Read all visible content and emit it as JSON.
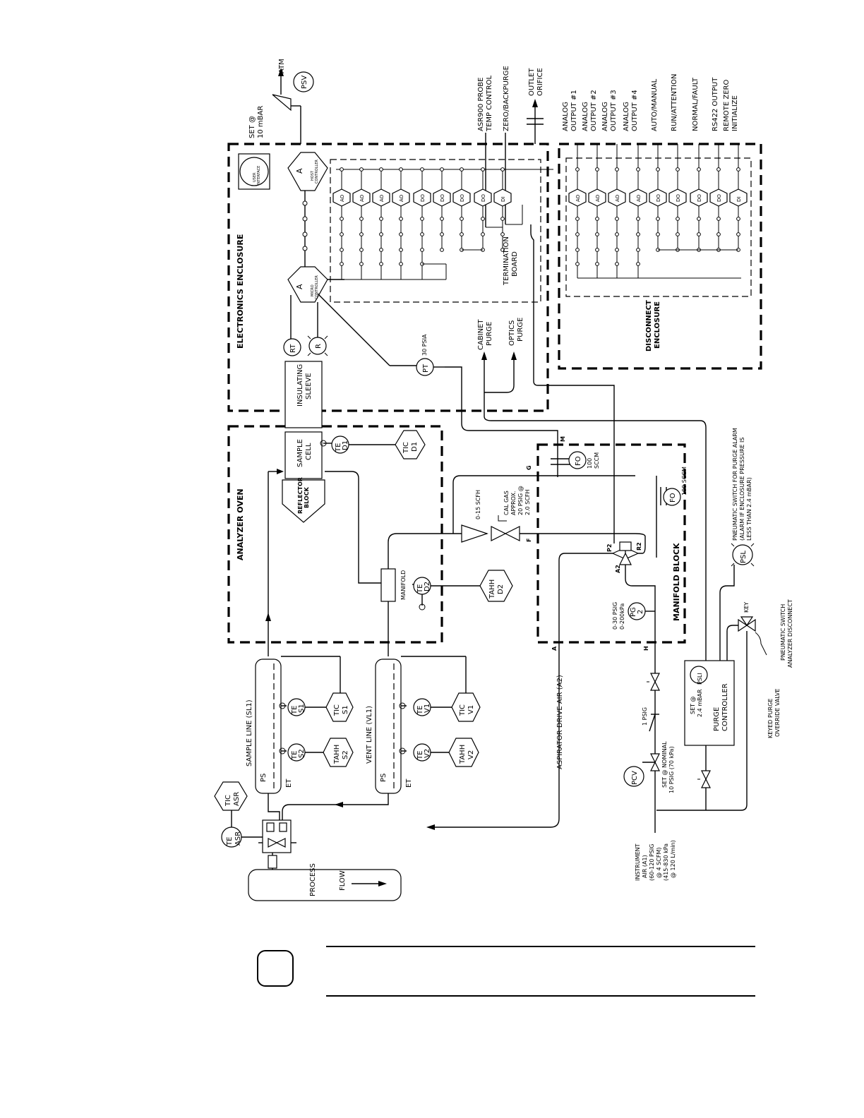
{
  "enclosures": {
    "electronics": "ELECTRONICS ENCLOSURE",
    "disconnect": [
      "DISCONNECT",
      "ENCLOSURE"
    ],
    "analyzer_oven": "ANALYZER OVEN",
    "manifold_block": "MANIFOLD BLOCK"
  },
  "top_outputs": {
    "atm": "ATM",
    "psv": "PSV",
    "set_10": [
      "SET @",
      "10 mBAR"
    ],
    "probe_temp": [
      "ASR900 PROBE",
      "TEMP CONTROL"
    ],
    "zero_backpurge": "ZERO/BACKPURGE",
    "outlet_orifice": [
      "OUTLET",
      "ORIFICE"
    ]
  },
  "disconnect_outputs": [
    [
      "ANALOG",
      "OUTPUT #1"
    ],
    [
      "ANALOG",
      "OUTPUT #2"
    ],
    [
      "ANALOG",
      "OUTPUT #3"
    ],
    [
      "ANALOG",
      "OUTPUT #4"
    ],
    [
      "AUTO/MANUAL"
    ],
    [
      "RUN/ATTENTION"
    ],
    [
      "NORMAL/FAULT"
    ],
    [
      "RS422 OUTPUT"
    ],
    [
      "REMOTE ZERO",
      "INITIALIZE"
    ]
  ],
  "io_terminals_left": [
    "AO",
    "AO",
    "AO",
    "AO",
    "DO",
    "DO",
    "DO",
    "DO",
    "DI"
  ],
  "io_terminals_right": [
    "AO",
    "AO",
    "AO",
    "AO",
    "DO",
    "DO",
    "DO",
    "DO",
    "DI"
  ],
  "electronics": {
    "user_interface": [
      "USER",
      "INTERFACE"
    ],
    "host_a": "A",
    "host_label": [
      "HOST",
      "CONTROLLER"
    ],
    "micro_a": "A",
    "micro_label": [
      "MICRO",
      "CONTROLLER"
    ],
    "termination_board": [
      "TERMINATION",
      "BOARD"
    ],
    "rt": "RT",
    "r": "R",
    "pt": "PT",
    "psia": "30 PSIA",
    "cabinet_purge": [
      "CABINET",
      "PURGE"
    ],
    "optics_purge": [
      "OPTICS",
      "PURGE"
    ],
    "insulating_sleeve": [
      "INSULATING",
      "SLEEVE"
    ]
  },
  "oven": {
    "sample_cell": [
      "SAMPLE",
      "CELL"
    ],
    "reflector_block": [
      "REFLECTOR",
      "BLOCK"
    ],
    "te_d1": [
      "TE",
      "D1"
    ],
    "tic_d1": [
      "TIC",
      "D1"
    ],
    "manifold": "MANIFOLD",
    "te_d2": [
      "TE",
      "D2"
    ],
    "tahh_d2": [
      "TAHH",
      "D2"
    ]
  },
  "manifold": {
    "m": "M",
    "g": "G",
    "f": "F",
    "a": "A",
    "h": "H",
    "fo1": "FO",
    "fo1_rate": [
      "100",
      "SCCM"
    ],
    "fo2": "FO",
    "fo2_rate": "100 SCCM",
    "rotameter": "0-15 SCFH",
    "cal_gas": [
      "CAL GAS",
      "APPROX.",
      "20 PSIG @",
      "2.0 SCFH"
    ],
    "p2": "P2",
    "r2": "R2",
    "a2": "A2",
    "pg": "PG",
    "pg_num": "2",
    "pg_range": [
      "0-30 PSIG",
      "0-200kPa"
    ]
  },
  "lines": {
    "sample_line": "SAMPLE LINE (SL1)",
    "vent_line": "VENT LINE (VL1)",
    "ps": "PS",
    "et": "ET",
    "te_s1": [
      "TE",
      "S1"
    ],
    "tic_s1": [
      "TIC",
      "S1"
    ],
    "te_s2": [
      "TE",
      "S2"
    ],
    "tahh_s2": [
      "TAHH",
      "S2"
    ],
    "te_v1": [
      "TE",
      "V1"
    ],
    "tic_v1": [
      "TIC",
      "V1"
    ],
    "te_v2": [
      "TE",
      "V2"
    ],
    "tahh_v2": [
      "TAHH",
      "V2"
    ],
    "aspirator": "ASPIRATOR DRIVE AIR (A2)",
    "tic_asr": [
      "TIC",
      "ASR"
    ],
    "te_asr": [
      "TE",
      "ASR"
    ],
    "process": "PROCESS",
    "flow": "FLOW"
  },
  "purge": {
    "psl": "PSL",
    "psl_note": [
      "PNEUMATIC SWITCH FOR PURGE ALARM",
      "(ALARM IF ENCLOSURE PRESSURE IS",
      "LESS THAN 2.4 mBAR)"
    ],
    "psli": "PSLI",
    "set_24": [
      "SET @",
      "2.4 mBAR"
    ],
    "controller": [
      "PURGE",
      "CONTROLLER"
    ],
    "key": "KEY",
    "pneumatic_switch": [
      "PNEUMATIC SWITCH",
      "ANALYZER DISCONNECT"
    ],
    "keyed_valve": [
      "KEYED PURGE",
      "OVERRIDE VALVE"
    ],
    "one_psig": "1 PSIG",
    "pcv": "PCV",
    "set_nominal": [
      "SET @ NOMINAL",
      "10 PSIG (70 kPa)"
    ],
    "instrument_air": [
      "INSTRUMENT",
      "AIR (A1)",
      "(60-120 PSIG",
      "@ 4 SCFM)",
      "(415-830 kPa",
      "@ 120 L/min)"
    ]
  }
}
